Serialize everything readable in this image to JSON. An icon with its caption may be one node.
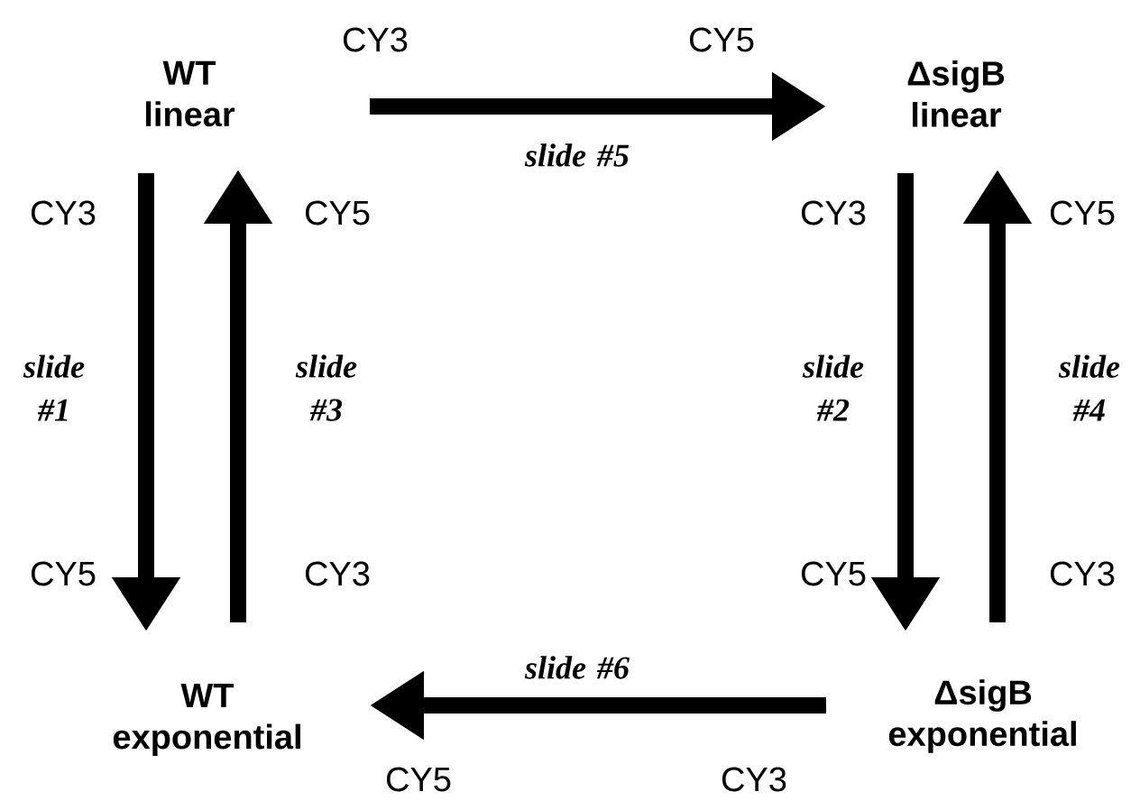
{
  "diagram": {
    "nodes": [
      {
        "text": [
          "WT linear"
        ]
      },
      {
        "text": [
          "ΔsigB linear"
        ]
      },
      {
        "text": [
          "WT exponential"
        ]
      },
      {
        "text": [
          "ΔsigB exponential"
        ]
      }
    ],
    "edges": [
      {
        "from": 0,
        "to": 2,
        "arrow": "to",
        "label": "slide #1"
      },
      {
        "from": 1,
        "to": 3,
        "arrow": "to",
        "label": "slide #2"
      },
      {
        "from": 2,
        "to": 0,
        "arrow": "to",
        "label": "slide #3"
      },
      {
        "from": 3,
        "to": 1,
        "arrow": "to",
        "label": "slide #4"
      },
      {
        "from": 0,
        "to": 1,
        "arrow": "to",
        "label": "slide #5"
      },
      {
        "from": 3,
        "to": 2,
        "arrow": "to",
        "label": "slide #6"
      }
    ],
    "labels": [
      "CY3",
      "CY5",
      "CY3",
      "CY5",
      "CY3",
      "CY5",
      "CY5",
      "CY3",
      "CY5",
      "CY3",
      "CY5",
      "CY3"
    ]
  }
}
